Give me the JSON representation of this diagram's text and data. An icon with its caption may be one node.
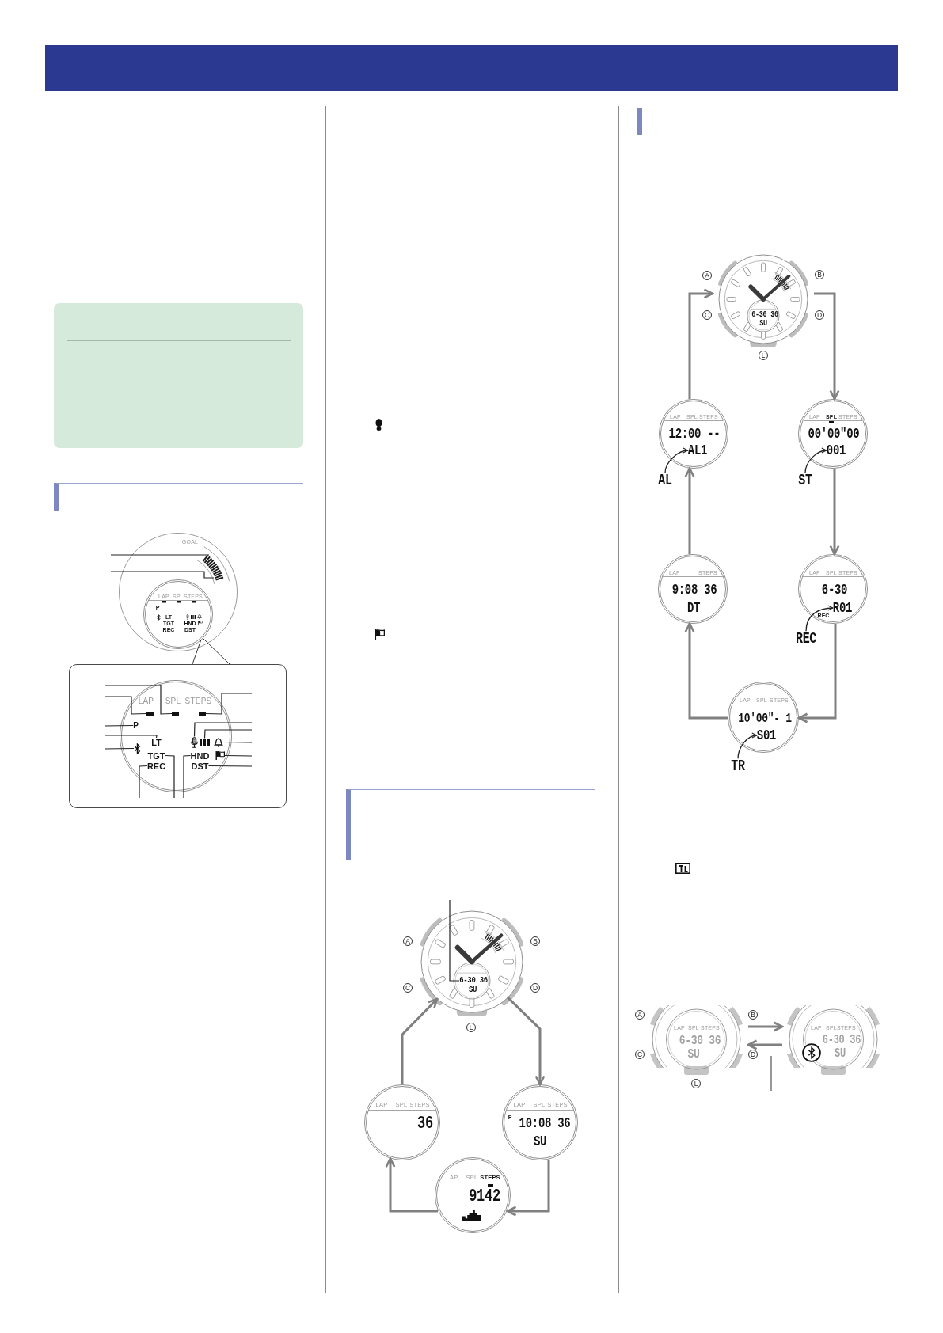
{
  "diagram": {
    "nodes": [
      {
        "text": [],
        "shape": "bar"
      },
      {
        "text": [],
        "shape": "circle"
      },
      {
        "text": [
          "GOAL"
        ],
        "in": 1
      },
      {
        "text": [
          "LAP",
          "SPL",
          "STEPS",
          "P",
          "LT",
          "TGT",
          "REC",
          "HND",
          "DST"
        ],
        "in": 1
      },
      {
        "text": [],
        "shape": "box"
      },
      {
        "text": [
          "LAP",
          "SPL",
          "STEPS"
        ],
        "in": 4
      },
      {
        "text": [],
        "shape": "bar",
        "in": 5
      },
      {
        "text": [],
        "shape": "bar",
        "in": 5
      },
      {
        "text": [],
        "shape": "bar",
        "in": 5
      },
      {
        "text": [
          "P"
        ],
        "in": 5
      },
      {
        "text": [],
        "shape": "picture",
        "in": 5
      },
      {
        "text": [
          "LT"
        ],
        "in": 5
      },
      {
        "text": [
          "TGT"
        ],
        "in": 5
      },
      {
        "text": [
          "REC"
        ],
        "in": 5
      },
      {
        "text": [],
        "shape": "picture",
        "in": 5
      },
      {
        "text": [],
        "shape": "picture",
        "in": 5
      },
      {
        "text": [],
        "shape": "picture",
        "in": 5
      },
      {
        "text": [
          "HND"
        ],
        "in": 5
      },
      {
        "text": [],
        "shape": "picture",
        "in": 5
      },
      {
        "text": [
          "DST"
        ],
        "in": 5
      },
      {
        "text": [],
        "shape": "bar"
      },
      {
        "text": [
          "SU"
        ],
        "beside": [
          "A",
          "B",
          "C",
          "D",
          "L"
        ]
      },
      {
        "text": [
          "6-30 36"
        ],
        "in": 21
      },
      {
        "text": [
          "LAP",
          "SPL",
          "STEPS",
          "36"
        ]
      },
      {
        "text": [
          "LAP",
          "SPL",
          "STEPS",
          "P",
          "10:08 36",
          "SU"
        ]
      },
      {
        "text": [
          "LAP",
          "SPL",
          "STEPS",
          "9142"
        ]
      },
      {
        "text": [],
        "shape": "bar"
      },
      {
        "text": [
          "6-30 36",
          "SU"
        ],
        "beside": [
          "A",
          "B",
          "C",
          "D",
          "L"
        ]
      },
      {
        "text": [
          "LAP",
          "SPL",
          "STEPS",
          "12:00 --"
        ]
      },
      {
        "text": [
          "AL1"
        ],
        "in": 28
      },
      {
        "text": [
          "AL"
        ]
      },
      {
        "text": [
          "LAP",
          "SPL",
          "STEPS",
          "00'00\"00"
        ]
      },
      {
        "text": [
          "001"
        ],
        "in": 31
      },
      {
        "text": [
          "ST"
        ]
      },
      {
        "text": [
          "LAP",
          "STEPS",
          "9:08 36",
          "DT"
        ]
      },
      {
        "text": [
          "LAP",
          "SPL",
          "STEPS",
          "6-30",
          "REC"
        ]
      },
      {
        "text": [
          "R01"
        ],
        "in": 35
      },
      {
        "text": [
          "REC"
        ]
      },
      {
        "text": [
          "LAP",
          "SPL",
          "STEPS",
          "10'00\"- 1"
        ]
      },
      {
        "text": [
          "S01"
        ],
        "in": 38
      },
      {
        "text": [
          "TR"
        ]
      },
      {
        "text": [
          "LAP",
          "SPL",
          "STEPS",
          "6-30 36",
          "SU"
        ],
        "beside": [
          "A",
          "B",
          "C",
          "D",
          "L"
        ]
      },
      {
        "text": [
          "LAP",
          "SPL",
          "STEPS",
          "6-30 36",
          "SU"
        ]
      }
    ],
    "edges": [
      {
        "from": null,
        "to": 2,
        "arrow": "none"
      },
      {
        "from": null,
        "to": 2,
        "arrow": "none"
      },
      {
        "from": null,
        "to": 7,
        "arrow": "none"
      },
      {
        "from": null,
        "to": 6,
        "arrow": "none"
      },
      {
        "from": null,
        "to": 9,
        "arrow": "none"
      },
      {
        "from": null,
        "to": 11,
        "arrow": "none"
      },
      {
        "from": null,
        "to": 10,
        "arrow": "none"
      },
      {
        "from": null,
        "to": 8,
        "arrow": "none"
      },
      {
        "from": null,
        "to": 14,
        "arrow": "none"
      },
      {
        "from": null,
        "to": 15,
        "arrow": "none"
      },
      {
        "from": null,
        "to": 16,
        "arrow": "none"
      },
      {
        "from": null,
        "to": 18,
        "arrow": "none"
      },
      {
        "from": null,
        "to": 19,
        "arrow": "none"
      },
      {
        "from": null,
        "to": 13,
        "arrow": "none"
      },
      {
        "from": null,
        "to": 12,
        "arrow": "none"
      },
      {
        "from": null,
        "to": 17,
        "arrow": "none"
      },
      {
        "from": null,
        "to": 22,
        "arrow": "none"
      },
      {
        "from": 21,
        "to": 24,
        "arrow": "to",
        "color": "#808080"
      },
      {
        "from": 24,
        "to": 25,
        "arrow": "to",
        "color": "#808080"
      },
      {
        "from": 25,
        "to": 23,
        "arrow": "to",
        "color": "#808080"
      },
      {
        "from": 23,
        "to": 21,
        "arrow": "to",
        "color": "#808080"
      },
      {
        "from": 27,
        "to": 31,
        "arrow": "to",
        "color": "#808080"
      },
      {
        "from": 31,
        "to": 35,
        "arrow": "to",
        "color": "#808080"
      },
      {
        "from": 35,
        "to": 38,
        "arrow": "to",
        "color": "#808080"
      },
      {
        "from": 38,
        "to": 34,
        "arrow": "to",
        "color": "#808080"
      },
      {
        "from": 34,
        "to": 28,
        "arrow": "to",
        "color": "#808080"
      },
      {
        "from": 28,
        "to": 27,
        "arrow": "to",
        "color": "#808080"
      },
      {
        "from": 30,
        "to": 29,
        "arrow": "to"
      },
      {
        "from": 33,
        "to": 32,
        "arrow": "to"
      },
      {
        "from": 37,
        "to": 36,
        "arrow": "to"
      },
      {
        "from": 40,
        "to": 39,
        "arrow": "to"
      },
      {
        "from": 41,
        "to": 42,
        "arrow": "to",
        "color": "#808080"
      },
      {
        "from": 42,
        "to": 41,
        "arrow": "to",
        "color": "#808080"
      }
    ]
  }
}
